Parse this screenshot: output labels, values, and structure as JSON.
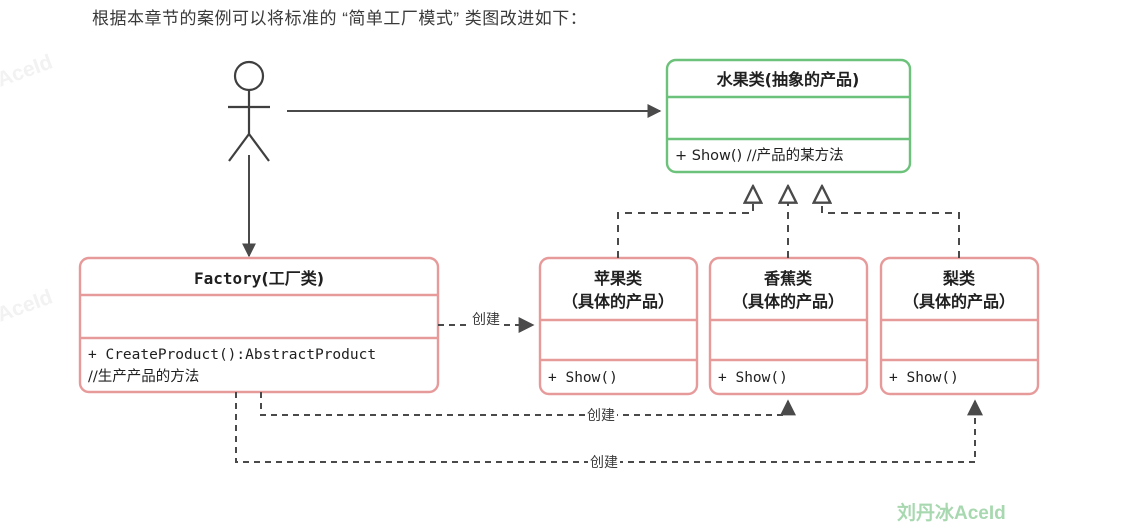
{
  "caption": "根据本章节的案例可以将标准的 “简单工厂模式” 类图改进如下：",
  "colors": {
    "abstract_border": "#6cc27a",
    "concrete_border": "#e79a9a",
    "line": "#4a4a4a",
    "text": "#202020",
    "brand": "#a8d8b0",
    "watermark_faint": "#f2f2f2"
  },
  "watermarks": {
    "side_left_top": "AceId",
    "side_left_bottom": "AceId",
    "brand": "刘丹冰AceId"
  },
  "actor": {
    "name": "actor-stick-figure"
  },
  "classes": {
    "abstract_product": {
      "title": "水果类(抽象的产品)",
      "attributes": [],
      "methods": [
        "+ Show() //产品的某方法"
      ]
    },
    "factory": {
      "title_mono": "Factory",
      "title_cn": "(工厂类)",
      "attributes": [],
      "methods": [
        "+ CreateProduct():AbstractProduct",
        "//生产产品的方法"
      ]
    },
    "concrete_products": [
      {
        "title_line1": "苹果类",
        "title_line2": "（具体的产品）",
        "attributes": [],
        "methods": [
          "+ Show()"
        ]
      },
      {
        "title_line1": "香蕉类",
        "title_line2": "（具体的产品）",
        "attributes": [],
        "methods": [
          "+ Show()"
        ]
      },
      {
        "title_line1": "梨类",
        "title_line2": "（具体的产品）",
        "attributes": [],
        "methods": [
          "+ Show()"
        ]
      }
    ]
  },
  "relationships": {
    "actor_uses_abstract": {
      "type": "association",
      "label": ""
    },
    "actor_uses_factory": {
      "type": "association",
      "label": ""
    },
    "realizations": [
      {
        "from": "苹果类",
        "to": "水果类",
        "type": "realization"
      },
      {
        "from": "香蕉类",
        "to": "水果类",
        "type": "realization"
      },
      {
        "from": "梨类",
        "to": "水果类",
        "type": "realization"
      }
    ],
    "creates": [
      {
        "from": "Factory",
        "to": "苹果类",
        "label": "创建"
      },
      {
        "from": "Factory",
        "to": "香蕉类",
        "label": "创建"
      },
      {
        "from": "Factory",
        "to": "梨类",
        "label": "创建"
      }
    ]
  }
}
